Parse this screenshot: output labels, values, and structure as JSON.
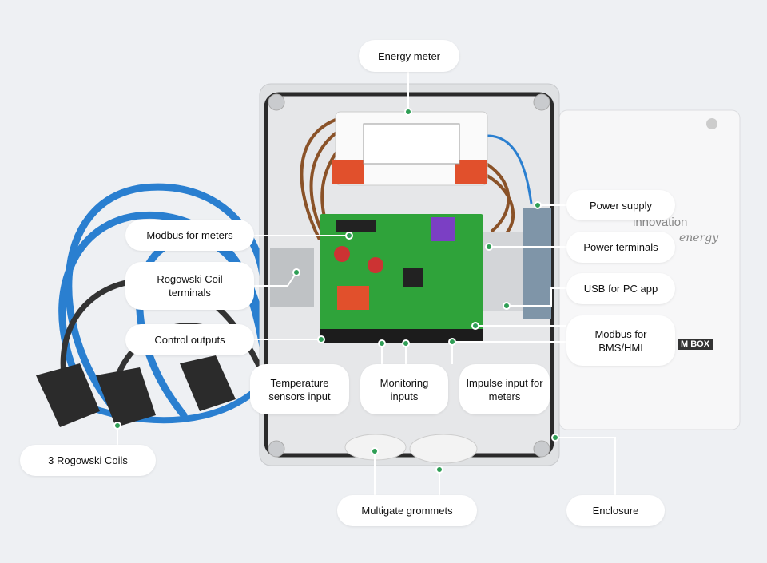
{
  "labels": {
    "energy_meter": "Energy meter",
    "power_supply": "Power supply",
    "modbus_meters": "Modbus for meters",
    "power_terminals": "Power terminals",
    "rogowski_terminals": "Rogowski Coil terminals",
    "usb_pc": "USB for PC app",
    "control_outputs": "Control outputs",
    "modbus_bms": "Modbus for BMS/HMI",
    "temp_sensors": "Temperature sensors input",
    "monitoring_inputs": "Monitoring inputs",
    "impulse_input": "Impulse input for meters",
    "rogowski_coils": "3 Rogowski Coils",
    "grommets": "Multigate grommets",
    "enclosure": "Enclosure"
  },
  "product": {
    "brand_line1": "innovation",
    "brand_line2": "energy",
    "box_badge": "M BOX"
  },
  "colors": {
    "background": "#eef0f3",
    "pcb": "#2fa33a",
    "cable_blue": "#2a7fd0",
    "accent_dot": "#2f9e55"
  }
}
